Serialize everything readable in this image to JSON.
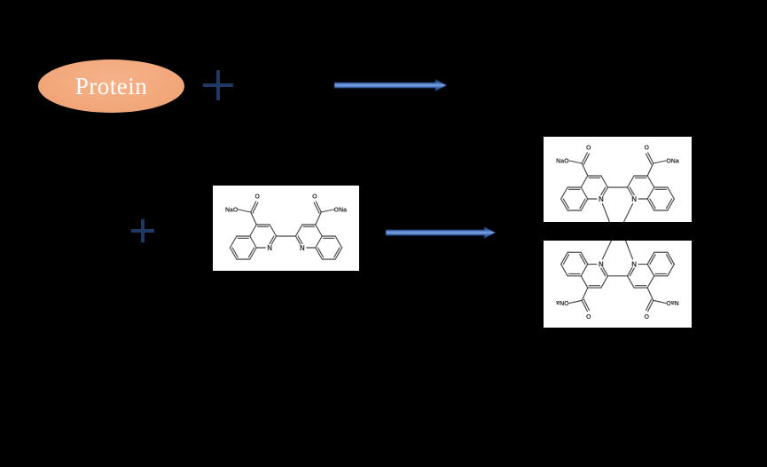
{
  "canvas": {
    "background": "#000000"
  },
  "colors": {
    "ellipse_fill": "#f1a678",
    "ellipse_highlight": "#f6b28b",
    "ellipse_text": "#ffffff",
    "plus": "#1f3864",
    "arrow_outline": "#152a4e",
    "arrow_dark": "#1d3a68",
    "arrow_mid": "#3c68b0",
    "arrow_light": "#7ba3e6",
    "structure_box_bg": "#ffffff",
    "bond": "#454545",
    "atom_text": "#2e2e2e"
  },
  "row1": {
    "protein_label": "Protein",
    "plus_symbol": "+"
  },
  "row2": {
    "plus_symbol": "+"
  },
  "molecule_labels": {
    "left_salt": "NaO",
    "left_carbonyl_o": "O",
    "right_carbonyl_o": "O",
    "right_salt": "ONa",
    "left_n": "N",
    "right_n": "N"
  },
  "icons": {
    "plus": "plus-icon",
    "reaction_arrow": "reaction-arrow-icon"
  }
}
